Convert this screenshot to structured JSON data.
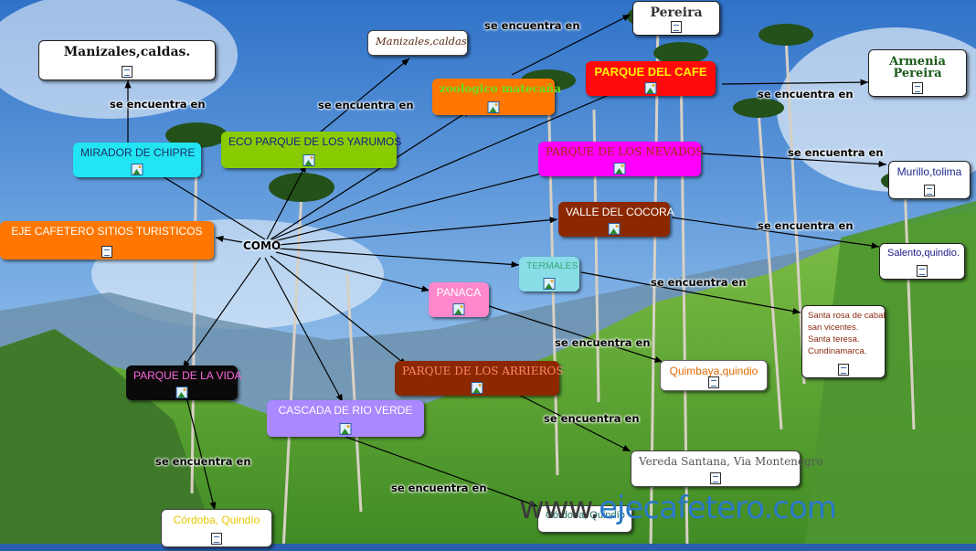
{
  "center": {
    "label": "COMO"
  },
  "nodes": {
    "manizales_caldas_bold": {
      "label": "Manizales,caldas.",
      "bg": "#ffffff",
      "color": "#111111",
      "font": "serif",
      "weight": "bold",
      "icon": "note-icon"
    },
    "manizales_caldas": {
      "label": "Manizales,caldas",
      "bg": "#ffffff",
      "color": "#5a2a12",
      "font": "serif",
      "weight": "normal",
      "icon": "none"
    },
    "pereira": {
      "label": "Pereira",
      "bg": "#ffffff",
      "color": "#333333",
      "font": "serif",
      "weight": "bold",
      "icon": "note-icon"
    },
    "armenia_pereira": {
      "label": "Armenia Pereira",
      "bg": "#ffffff",
      "color": "#1a5a1a",
      "font": "serif",
      "weight": "bold",
      "icon": "note-icon"
    },
    "zoologico_matecana": {
      "label": "zoologico matecaña",
      "bg": "#ff7700",
      "color": "#66dd22",
      "font": "serif",
      "weight": "bold",
      "icon": "image-icon"
    },
    "parque_del_cafe": {
      "label": "PARQUE DEL CAFE",
      "bg": "#ff0a0a",
      "color": "#ffee00",
      "font": "sans",
      "weight": "bold",
      "icon": "image-icon"
    },
    "mirador_de_chipre": {
      "label": "MIRADOR DE CHIPRE",
      "bg": "#22e4f2",
      "color": "#1b2f6a",
      "font": "sans",
      "weight": "normal",
      "icon": "image-icon"
    },
    "eco_parque_yarumos": {
      "label": "ECO PARQUE DE LOS YARUMOS",
      "bg": "#88cc00",
      "color": "#1a1a8a",
      "font": "sans",
      "weight": "normal",
      "icon": "image-icon"
    },
    "parque_de_los_nevados": {
      "label": "PARQUE DE LOS NEVADOS",
      "bg": "#ff00ff",
      "color": "#9a3400",
      "font": "serif",
      "weight": "normal",
      "icon": "image-icon"
    },
    "murillo_tolima": {
      "label": "Murillo,tolima",
      "bg": "#ffffff",
      "color": "#1a2a8a",
      "font": "sans",
      "weight": "normal",
      "icon": "note-icon"
    },
    "eje_cafetero": {
      "label": "EJE CAFETERO SITIOS TURISTICOS",
      "bg": "#ff7700",
      "color": "#ffffff",
      "font": "sans",
      "weight": "normal",
      "icon": "note-icon"
    },
    "valle_del_cocora": {
      "label": "VALLE DEL COCORA",
      "bg": "#8b2800",
      "color": "#ffffff",
      "font": "sans",
      "weight": "normal",
      "icon": "image-icon"
    },
    "salento_quindio": {
      "label": "Salento,quindio.",
      "bg": "#ffffff",
      "color": "#1a1a8a",
      "font": "sans",
      "weight": "normal",
      "icon": "note-icon"
    },
    "termales": {
      "label": "TERMALES",
      "bg": "#88dde6",
      "color": "#3aa87a",
      "font": "sans",
      "weight": "normal",
      "icon": "image-icon"
    },
    "santa_rosa": {
      "label": "Santa rosa de cabal. san vicentes. Santa teresa. Cundinamarca.",
      "lines": [
        "Santa rosa de cabal.",
        "san vicentes.",
        "Santa teresa.",
        "Cundinamarca."
      ],
      "bg": "#ffffff",
      "color": "#8b2a10",
      "font": "sans",
      "weight": "normal",
      "icon": "note-icon"
    },
    "panaca": {
      "label": "PANACA",
      "bg": "#ff88cc",
      "color": "#ffffff",
      "font": "sans",
      "weight": "normal",
      "icon": "image-icon"
    },
    "quimbaya_quindio": {
      "label": "Quimbaya,quindio",
      "bg": "#ffffff",
      "color": "#e06a00",
      "font": "sans",
      "weight": "normal",
      "icon": "note-icon"
    },
    "parque_de_la_vida": {
      "label": "PARQUE DE LA VIDA",
      "bg": "#0a0a0a",
      "color": "#ff66dd",
      "font": "sans",
      "weight": "normal",
      "icon": "image-icon"
    },
    "parque_de_los_arrieros": {
      "label": "PARQUE DE LOS ARRIEROS",
      "bg": "#8b2800",
      "color": "#ff8866",
      "font": "serif",
      "weight": "normal",
      "icon": "image-icon"
    },
    "cascada_rio_verde": {
      "label": "CASCADA DE RIO VERDE",
      "bg": "#aa88ff",
      "color": "#ffffff",
      "font": "sans",
      "weight": "normal",
      "icon": "image-icon"
    },
    "vereda_santana": {
      "label": "Vereda Santana, Via Montenegro",
      "bg": "#ffffff",
      "color": "#555555",
      "font": "serif",
      "weight": "normal",
      "icon": "note-icon"
    },
    "cordoba_quindio_left": {
      "label": "Córdoba, Quindío",
      "bg": "#ffffff",
      "color": "#e8c800",
      "font": "sans",
      "weight": "normal",
      "icon": "note-icon"
    },
    "cordoba_quindio_right": {
      "label": "Córdoba, Quindío",
      "bg": "#ffffff",
      "color": "#1a6a5a",
      "font": "sans",
      "weight": "normal",
      "icon": "none"
    }
  },
  "link_label": "se encuentra en",
  "watermark": {
    "part1": "www.",
    "part2": "ejecafetero.com"
  },
  "colors": {
    "sky": "#4a8fd8",
    "grass": "#5aa030",
    "line": "#000000"
  }
}
